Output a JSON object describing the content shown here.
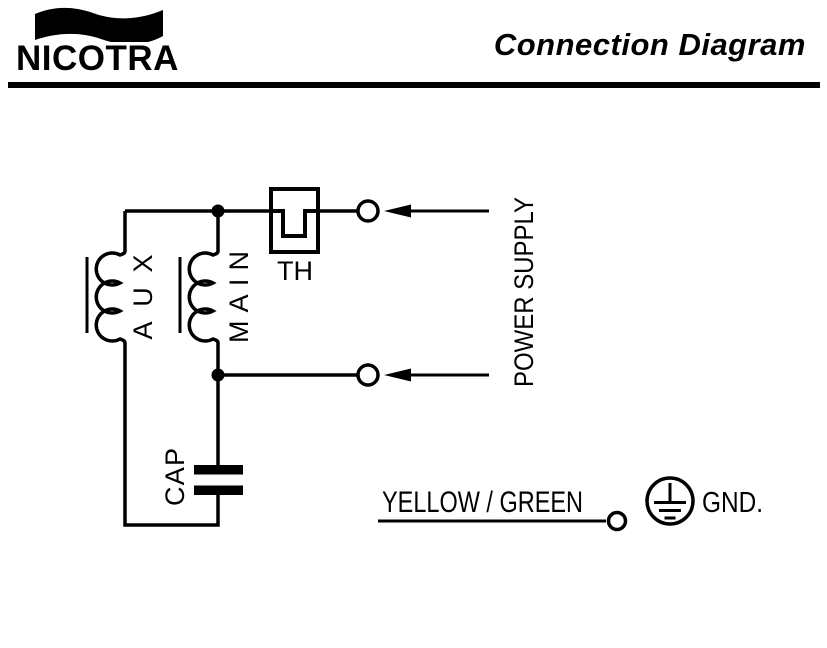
{
  "header": {
    "brand": "NICOTRA",
    "title": "Connection Diagram"
  },
  "diagram": {
    "labels": {
      "aux": "AUX",
      "main": "MAIN",
      "cap": "CAP",
      "th": "TH",
      "power_supply": "POWER SUPPLY",
      "yellow_green": "YELLOW / GREEN",
      "gnd": "GND."
    },
    "colors": {
      "line": "#000000",
      "background": "#ffffff"
    }
  }
}
